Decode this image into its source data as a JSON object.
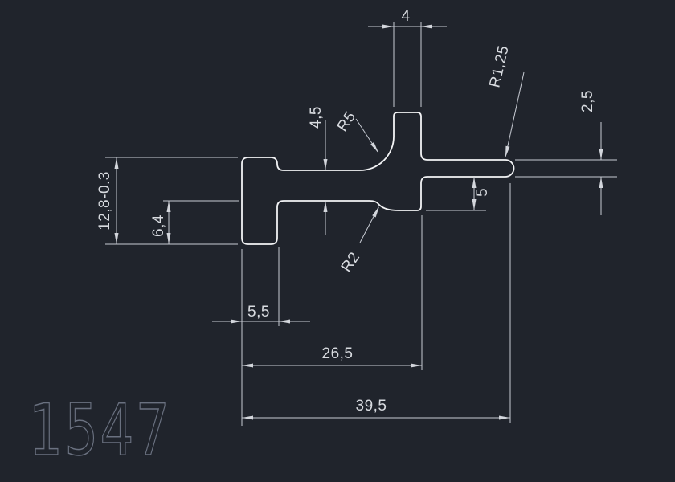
{
  "drawing": {
    "part_number": "1547",
    "dims": {
      "stem_width": "4",
      "arm_thickness": "4,5",
      "radius_top": "R5",
      "radius_tip": "R1,25",
      "tip_thickness": "2,5",
      "overall_height": "12,8-0.3",
      "foot_height": "6,4",
      "stem_depth": "5",
      "radius_bottom": "R2",
      "foot_width": "5,5",
      "stem_offset": "26,5",
      "overall_width": "39,5"
    },
    "colors": {
      "background": "#20242c",
      "profile_line": "#f2f3f5",
      "dimension_line": "#c7cbd3",
      "dimension_text": "#d8dbe0",
      "part_number": "#6a7180"
    }
  }
}
